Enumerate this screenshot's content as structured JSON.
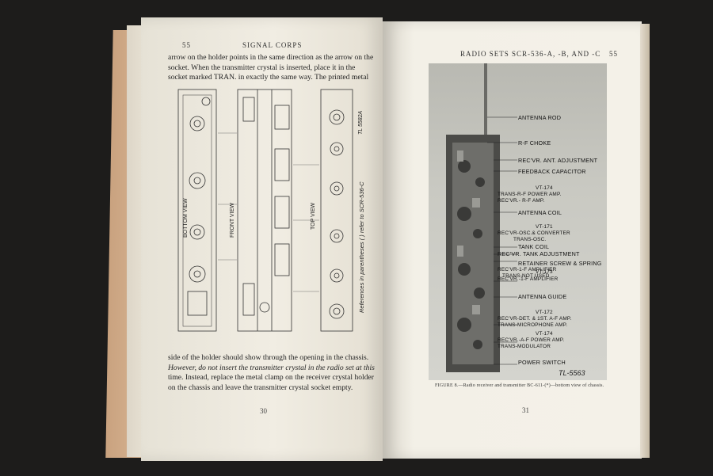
{
  "left_page": {
    "page_no_top": "55",
    "running_head": "SIGNAL CORPS",
    "para1_lines": [
      "arrow on the holder points in the same direction as the arrow on the",
      "socket. When the transmitter crystal is inserted, place it in the",
      "socket marked TRAN. in exactly the same way. The printed metal"
    ],
    "para2_lines": [
      "side of the holder should show through the opening in the chassis.",
      "However, do not insert the transmitter crystal in the radio set at this",
      "time. Instead, replace the metal clamp on the receiver crystal holder",
      "on the chassis and leave the transmitter crystal socket empty."
    ],
    "page_no_bottom": "30",
    "diagram_titles": [
      "BOTTOM VIEW",
      "FRONT VIEW",
      "TOP VIEW"
    ],
    "diagram_note": "References in parentheses ( ) refer to SCR-536-C",
    "diagram_stamp": "TL 5582A"
  },
  "right_page": {
    "running_head": "RADIO SETS SCR-536-A, -B, AND -C",
    "page_no_top": "55",
    "page_no_bottom": "31",
    "caption": "FIGURE 8.—Radio receiver and transmitter BC-611-(*)—bottom view of chassis.",
    "stamp": "TL-5563",
    "labels": [
      {
        "text": "ANTENNA ROD"
      },
      {
        "text": "R-F CHOKE"
      },
      {
        "text": "REC'VR. ANT. ADJUSTMENT"
      },
      {
        "text": "FEEDBACK CAPACITOR"
      },
      {
        "text": "VT-174"
      },
      {
        "text": "TRANS-R-F POWER AMP."
      },
      {
        "text": "REC'VR.- R-F AMP."
      },
      {
        "text": "ANTENNA COIL"
      },
      {
        "text": "VT-171"
      },
      {
        "text": "REC'VR-OSC.& CONVERTER"
      },
      {
        "text": "TRANS-OSC."
      },
      {
        "text": "TANK COIL"
      },
      {
        "text": "REC'VR. TANK ADJUSTMENT"
      },
      {
        "text": "RETAINER SCREW & SPRING"
      },
      {
        "text": "REC'VR-1-F AMPLIFIER"
      },
      {
        "text": "TRANS-NOT USED"
      },
      {
        "text": "VT-173"
      },
      {
        "text": "REC'VR.-1-F AMPLIFIER"
      },
      {
        "text": "ANTENNA GUIDE"
      },
      {
        "text": "VT-172"
      },
      {
        "text": "REC'VR-DET. & 1ST. A-F AMP."
      },
      {
        "text": "TRANS-MICROPHONE AMP."
      },
      {
        "text": "VT-174"
      },
      {
        "text": "REC'VR.-A-F POWER AMP."
      },
      {
        "text": "TRANS-MODULATOR"
      },
      {
        "text": "POWER SWITCH"
      }
    ]
  }
}
